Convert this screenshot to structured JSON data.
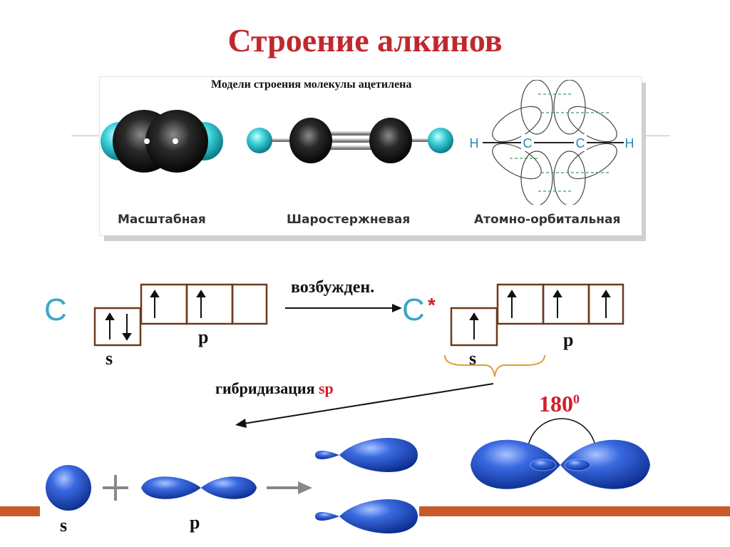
{
  "slide": {
    "title": "Строение алкинов",
    "panel_title": "Модели строения молекулы ацетилена",
    "models": [
      "Масштабная",
      "Шаростержневая",
      "Атомно-орбитальная"
    ],
    "orbital_atoms": [
      "H",
      "C",
      "C",
      "H"
    ]
  },
  "electron_config": {
    "ground_symbol": "C",
    "excited_symbol": "C",
    "excited_mark": "*",
    "arrow_label": "возбужден.",
    "s_label": "s",
    "p_label": "p"
  },
  "hybridization": {
    "label_prefix": "гибридизация",
    "label_type": "sp",
    "angle": "180",
    "angle_sup": "0",
    "s_label": "s",
    "p_label": "p",
    "plus": "+"
  },
  "colors": {
    "title": "#c0282d",
    "orbital_blue": "#2a56c8",
    "hydrogen": "#3ad0d8",
    "bar": "#c85a2a"
  }
}
